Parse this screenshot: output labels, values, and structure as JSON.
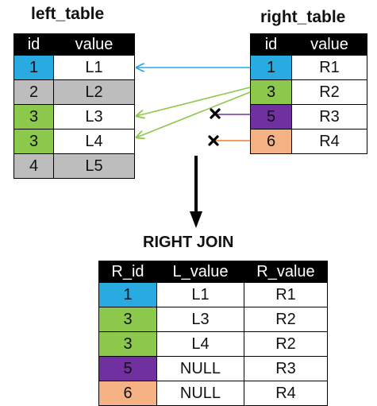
{
  "left_table": {
    "title": "left_table",
    "headers": [
      "id",
      "value"
    ],
    "rows": [
      {
        "id": "1",
        "value": "L1",
        "color": "#29abe2",
        "id_class": "bg-blue",
        "value_class": "bg-white"
      },
      {
        "id": "2",
        "value": "L2",
        "color": "#bdbdbd",
        "id_class": "bg-gray",
        "value_class": "bg-gray"
      },
      {
        "id": "3",
        "value": "L3",
        "color": "#8cc84b",
        "id_class": "bg-green",
        "value_class": "bg-white"
      },
      {
        "id": "3",
        "value": "L4",
        "color": "#8cc84b",
        "id_class": "bg-green",
        "value_class": "bg-white"
      },
      {
        "id": "4",
        "value": "L5",
        "color": "#bdbdbd",
        "id_class": "bg-gray",
        "value_class": "bg-gray"
      }
    ]
  },
  "right_table": {
    "title": "right_table",
    "headers": [
      "id",
      "value"
    ],
    "rows": [
      {
        "id": "1",
        "value": "R1",
        "color": "#29abe2",
        "id_class": "bg-blue"
      },
      {
        "id": "3",
        "value": "R2",
        "color": "#8cc84b",
        "id_class": "bg-green"
      },
      {
        "id": "5",
        "value": "R3",
        "color": "#7030a0",
        "id_class": "bg-purple"
      },
      {
        "id": "6",
        "value": "R4",
        "color": "#f4b183",
        "id_class": "bg-orange"
      }
    ]
  },
  "arrow_label": "RIGHT JOIN",
  "result_table": {
    "headers": [
      "R_id",
      "L_value",
      "R_value"
    ],
    "rows": [
      {
        "id": "1",
        "l_value": "L1",
        "r_value": "R1",
        "id_class": "bg-blue"
      },
      {
        "id": "3",
        "l_value": "L3",
        "r_value": "R2",
        "id_class": "bg-green"
      },
      {
        "id": "3",
        "l_value": "L4",
        "r_value": "R2",
        "id_class": "bg-green"
      },
      {
        "id": "5",
        "l_value": "NULL",
        "r_value": "R3",
        "id_class": "bg-purple"
      },
      {
        "id": "6",
        "l_value": "NULL",
        "r_value": "R4",
        "id_class": "bg-orange"
      }
    ]
  },
  "connectors": [
    {
      "from": "right_table.row1",
      "to": "left_table.row1",
      "color": "#29abe2",
      "matched": true
    },
    {
      "from": "right_table.row2",
      "to": "left_table.row3",
      "color": "#8cc84b",
      "matched": true
    },
    {
      "from": "right_table.row2",
      "to": "left_table.row4",
      "color": "#8cc84b",
      "matched": true
    },
    {
      "from": "right_table.row3",
      "to": "none",
      "color": "#7030a0",
      "matched": false,
      "marker": "x-icon"
    },
    {
      "from": "right_table.row4",
      "to": "none",
      "color": "#ed7d31",
      "matched": false,
      "marker": "x-icon"
    }
  ]
}
